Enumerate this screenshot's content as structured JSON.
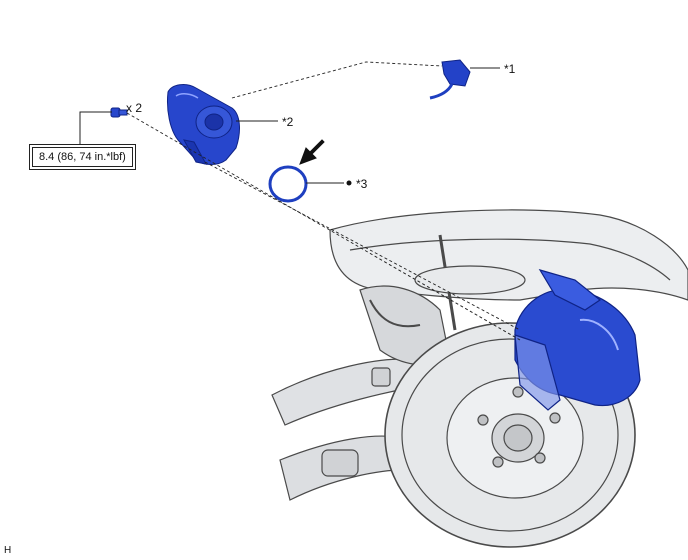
{
  "diagram": {
    "figure_id": "H",
    "qty_label": "x 2",
    "torque_label": "8.4 (86, 74 in.*lbf)",
    "callouts": [
      {
        "id": "1",
        "label": "*1"
      },
      {
        "id": "2",
        "label": "*2"
      },
      {
        "id": "3",
        "label": "*3"
      }
    ],
    "colors": {
      "part_blue": "#1e3fc0",
      "part_blue_dark": "#0f2386",
      "part_blue_light": "#5b78e6",
      "line": "#222222",
      "assembly_gray": "#d9dbde",
      "assembly_stroke": "#4a4a4a"
    },
    "icons": [
      "replace-arrow-icon",
      "bullet-dot-icon"
    ]
  }
}
